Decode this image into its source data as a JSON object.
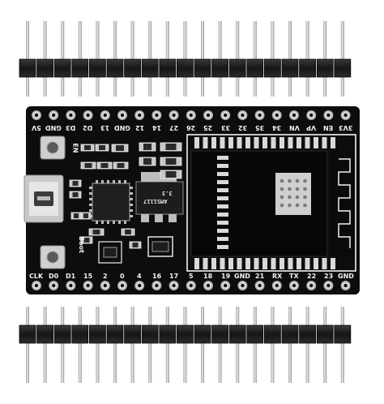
{
  "image": {
    "subject": "ESP32 development board with two detached pin headers",
    "colors": {
      "background": "#ffffff",
      "pcb": "#0d0d0d",
      "silkscreen": "#f2f2f2",
      "pad": "#e8e8e8",
      "module_shield": "#101010",
      "header_plastic": "#1a1a1a",
      "pin_metal": "#c9c9c9"
    }
  },
  "board": {
    "top_row_labels": [
      "5V",
      "GND",
      "D3",
      "D2",
      "13",
      "GND",
      "12",
      "14",
      "27",
      "26",
      "25",
      "33",
      "32",
      "35",
      "34",
      "VN",
      "VP",
      "EN",
      "3V3"
    ],
    "bottom_row_labels": [
      "CLK",
      "D0",
      "D1",
      "15",
      "2",
      "0",
      "4",
      "16",
      "17",
      "5",
      "18",
      "19",
      "GND",
      "21",
      "RX",
      "TX",
      "22",
      "23",
      "GND"
    ],
    "button_labels": [
      "EN",
      "Boot"
    ],
    "regulator_marking": [
      "AMS1117",
      "3.3"
    ]
  },
  "headers": {
    "top_pin_count": 19,
    "bottom_pin_count": 19
  }
}
